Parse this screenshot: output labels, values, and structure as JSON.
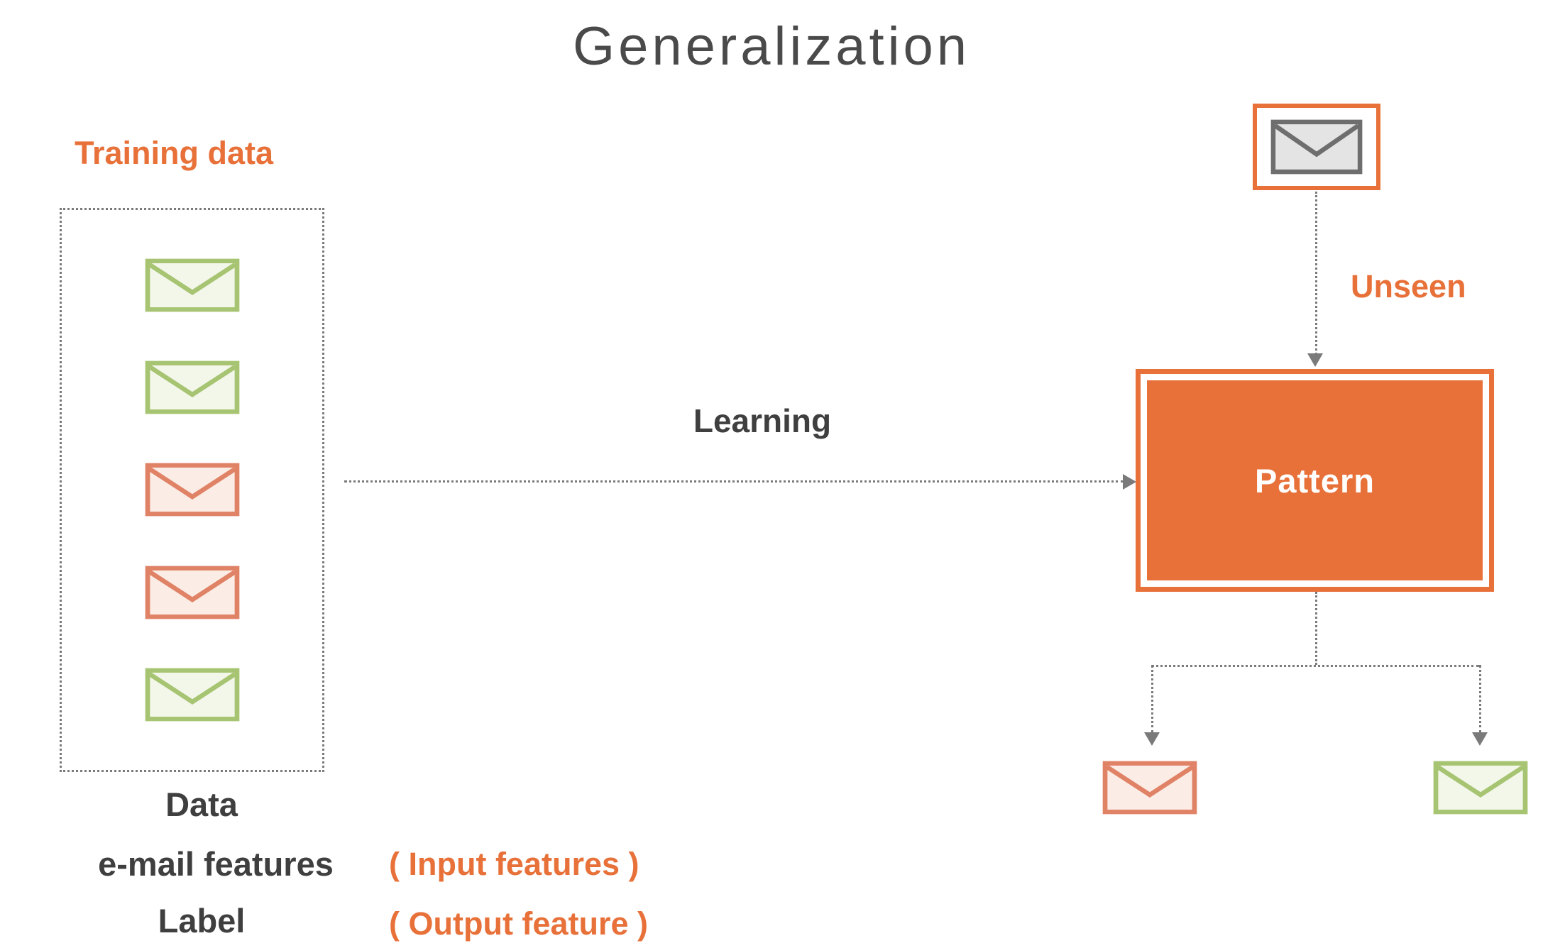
{
  "title": "Generalization",
  "training": {
    "label": "Training data",
    "envelopes": [
      "green",
      "green",
      "red",
      "red",
      "green"
    ]
  },
  "flow": {
    "learning_label": "Learning",
    "unseen_label": "Unseen",
    "pattern_label": "Pattern",
    "unseen_envelope": "gray",
    "output_envelopes": [
      "red",
      "green"
    ]
  },
  "caption": {
    "data": "Data",
    "email_features": "e-mail features",
    "label": "Label",
    "input_features": "( Input features )",
    "output_feature": "( Output feature )"
  },
  "colors": {
    "orange": "#E8713A",
    "green": "#A7C472",
    "green_fill": "#F3F7EA",
    "red": "#E08266",
    "red_fill": "#FBECE6",
    "gray": "#6E6E6E",
    "gray_fill": "#E4E4E4",
    "title_gray": "#4A4A4A",
    "text_dark": "#3F3F3F",
    "line_gray": "#7A7A7A"
  }
}
